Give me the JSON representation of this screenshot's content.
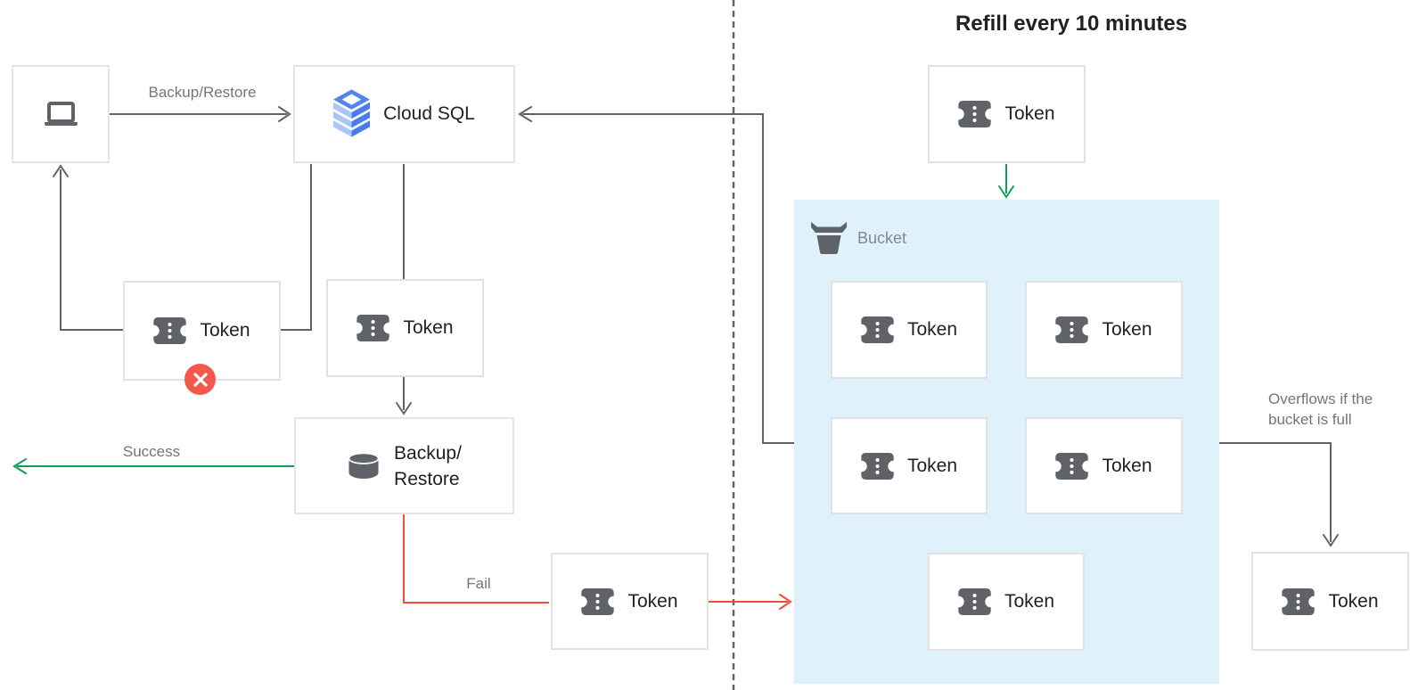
{
  "title": "Refill every 10 minutes",
  "nodes": {
    "client": {
      "icon": "laptop-icon"
    },
    "cloud_sql": {
      "label": "Cloud SQL",
      "icon": "cloud-sql-icon"
    },
    "rejected_token": {
      "label": "Token",
      "icon": "ticket-icon",
      "badge_icon": "x-circle-icon"
    },
    "request_token": {
      "label": "Token",
      "icon": "ticket-icon"
    },
    "backup_restore": {
      "label_line1": "Backup/",
      "label_line2": "Restore",
      "icon": "database-icon"
    },
    "failed_token": {
      "label": "Token",
      "icon": "ticket-icon"
    },
    "refill_token": {
      "label": "Token",
      "icon": "ticket-icon"
    },
    "overflow_token": {
      "label": "Token",
      "icon": "ticket-icon"
    },
    "bucket": {
      "label": "Bucket",
      "icon": "bucket-icon",
      "tokens": [
        {
          "label": "Token"
        },
        {
          "label": "Token"
        },
        {
          "label": "Token"
        },
        {
          "label": "Token"
        },
        {
          "label": "Token"
        }
      ]
    }
  },
  "edges": {
    "request": "Backup/Restore",
    "success": "Success",
    "fail": "Fail",
    "overflow": [
      "Overflows if the",
      "bucket is full"
    ]
  },
  "colors": {
    "success_green": "#119E58",
    "fail_red": "#EF4C3C",
    "error_badge_red": "#F4584C",
    "arrow_gray": "#5F6368",
    "bucket_fill": "#DFF1FB",
    "cloud_sql_blue": "#4A7DE9",
    "cloud_sql_light_blue": "#A9C6F7",
    "box_border_gray": "#E3E5E8",
    "label_gray": "#757575",
    "text_dark": "#202124"
  }
}
